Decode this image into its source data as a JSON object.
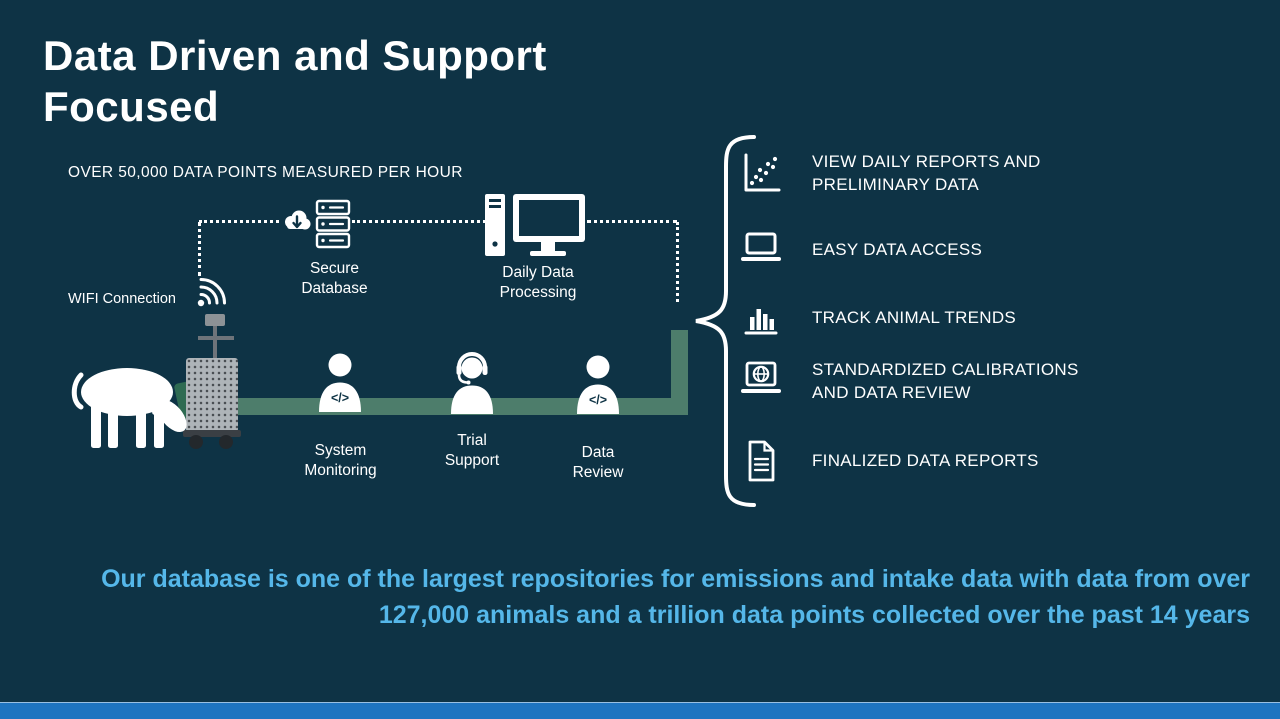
{
  "colors": {
    "background": "#0e3345",
    "footer_text": "#55b7e9",
    "bottom_bar": "#1e74c0",
    "green_bar": "#4d7d6b",
    "icon_white": "#ffffff"
  },
  "header": {
    "title": "Data Driven and Support Focused",
    "subtitle": "OVER 50,000 DATA POINTS MEASURED PER HOUR"
  },
  "diagram": {
    "wifi_label": "WIFI Connection",
    "secure_database_label": "Secure Database",
    "daily_processing_label": "Daily Data Processing",
    "code_glyph": "</>",
    "roles": [
      {
        "icon": "person-code-icon",
        "label": "System Monitoring"
      },
      {
        "icon": "person-headset-icon",
        "label": "Trial Support"
      },
      {
        "icon": "person-code-icon",
        "label": "Data Review"
      }
    ]
  },
  "benefits": [
    {
      "icon": "scatter-chart-icon",
      "label": "VIEW DAILY REPORTS AND PRELIMINARY DATA"
    },
    {
      "icon": "laptop-icon",
      "label": "EASY DATA ACCESS"
    },
    {
      "icon": "bar-chart-icon",
      "label": "TRACK ANIMAL TRENDS"
    },
    {
      "icon": "laptop-globe-icon",
      "label": "STANDARDIZED CALIBRATIONS AND DATA REVIEW"
    },
    {
      "icon": "document-icon",
      "label": "FINALIZED DATA REPORTS"
    }
  ],
  "footer": {
    "text": "Our database is one of the largest repositories for emissions and intake data with data from over 127,000 animals and a trillion data points collected over the past 14 years"
  }
}
